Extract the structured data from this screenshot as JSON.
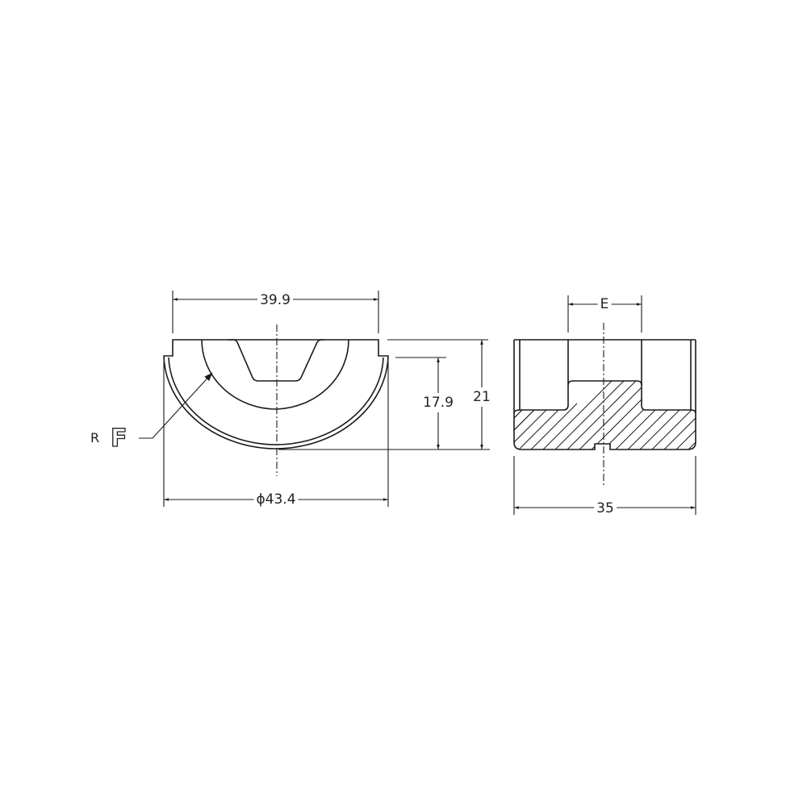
{
  "drawing": {
    "type": "technical-drawing",
    "views": [
      {
        "name": "front-view",
        "description": "half-round crimp die profile"
      },
      {
        "name": "side-section-view",
        "description": "hatched cross-section"
      }
    ],
    "dimensions": {
      "top_width": "39.9",
      "outer_diameter": "ϕ43.4",
      "inner_height": "17.9",
      "total_height": "21",
      "side_width": "35",
      "slot_width": "E"
    },
    "radius_label": {
      "prefix": "R",
      "value": "F"
    },
    "colors": {
      "line": "#1a1a1a",
      "background": "#ffffff"
    }
  }
}
